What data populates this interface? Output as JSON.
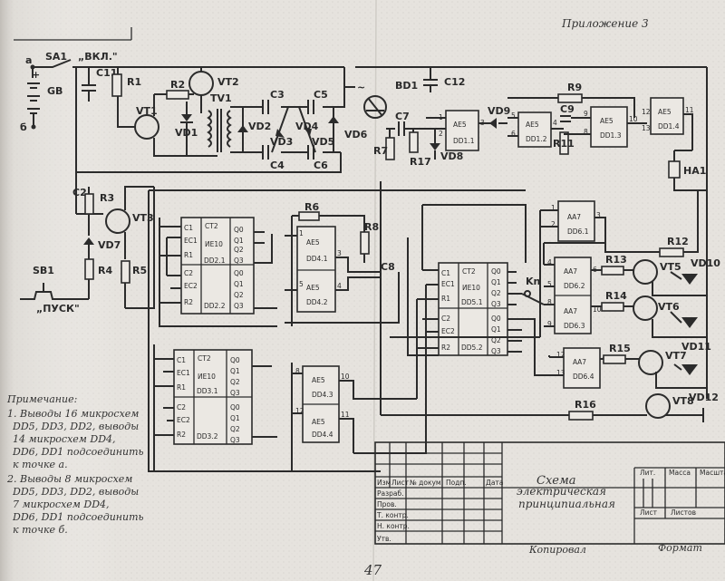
{
  "header": {
    "appendix": "Приложение 3"
  },
  "switches": {
    "sa1": "SA1",
    "sa1_label": "„ВКЛ.\"",
    "sb1": "SB1",
    "sb1_label": "„ПУСК\""
  },
  "battery": {
    "name": "GB",
    "plus": "+",
    "minus": "−",
    "pt_a": "а",
    "pt_b": "б"
  },
  "components": {
    "c11": "C11",
    "r1": "R1",
    "vt2": "VT2",
    "r2": "R2",
    "tv1": "TV1",
    "vt1": "VT1",
    "vd1": "VD1",
    "c3": "C3",
    "c5": "C5",
    "c4": "C4",
    "c6": "C6",
    "vd2": "VD2",
    "vd3": "VD3",
    "vd4": "VD4",
    "vd5": "VD5",
    "vd6": "VD6",
    "bd1": "BD1",
    "c12": "C12",
    "c7": "C7",
    "r7": "R7",
    "r17": "R17",
    "vd8": "VD8",
    "vd9": "VD9",
    "r9": "R9",
    "c9": "C9",
    "r11": "R11",
    "ha1": "HA1",
    "c2": "C2",
    "r3": "R3",
    "vt3": "VT3",
    "vd7": "VD7",
    "r4": "R4",
    "r5": "R5",
    "r6": "R6",
    "r8": "R8",
    "c8": "C8",
    "kn": "Kn",
    "r12": "R12",
    "r13": "R13",
    "r14": "R14",
    "r15": "R15",
    "r16": "R16",
    "vt5": "VT5",
    "vt6": "VT6",
    "vt7": "VT7",
    "vt8": "VT8",
    "vd10": "VD10",
    "vd11": "VD11",
    "vd12": "VD12"
  },
  "chips": {
    "dd11": {
      "top": "АЕ5",
      "bot": "DD1.1"
    },
    "dd12": {
      "top": "АЕ5",
      "bot": "DD1.2"
    },
    "dd13": {
      "top": "АЕ5",
      "bot": "DD1.3"
    },
    "dd14": {
      "top": "АЕ5",
      "bot": "DD1.4"
    },
    "dd41": {
      "top": "АЕ5",
      "bot": "DD4.1"
    },
    "dd42": {
      "top": "АЕ5",
      "bot": "DD4.2"
    },
    "dd43": {
      "top": "АЕ5",
      "bot": "DD4.3"
    },
    "dd44": {
      "top": "АЕ5",
      "bot": "DD4.4"
    },
    "dd61": {
      "top": "АА7",
      "bot": "DD6.1"
    },
    "dd62": {
      "top": "АА7",
      "bot": "DD6.2"
    },
    "dd63": {
      "top": "АА7",
      "bot": "DD6.3"
    },
    "dd64": {
      "top": "АА7",
      "bot": "DD6.4"
    },
    "counter": {
      "ct": "СТ2",
      "ie": "ИЕ10",
      "c1": "С1",
      "ec1": "ЕС1",
      "r1": "R1",
      "c2": "С2",
      "ec2": "ЕС2",
      "r2": "R2",
      "q0": "Q0",
      "q1": "Q1",
      "q2": "Q2",
      "q3": "Q3"
    },
    "dd21": "DD2.1",
    "dd22": "DD2.2",
    "dd31": "DD3.1",
    "dd32": "DD3.2",
    "dd51": "DD5.1",
    "dd52": "DD5.2"
  },
  "notes": {
    "title": "Примечание:",
    "line1": "1. Выводы 16 микросхем",
    "line2": "DD5, DD3, DD2, выводы",
    "line3": "14 микросхем DD4,",
    "line4": "DD6, DD1 подсоединить",
    "line5": "к точке а.",
    "line6": "2. Выводы 8 микросхем",
    "line7": "DD5, DD3, DD2, выводы",
    "line8": "7 микросхем DD4,",
    "line9": "DD6, DD1 подсоединить",
    "line10": "к точке б."
  },
  "title_block": {
    "title_l1": "Схема",
    "title_l2": "электрическая",
    "title_l3": "принципиальная",
    "h_izm": "Изм",
    "h_list": "Лист",
    "h_doc": "№ докум.",
    "h_podp": "Подп.",
    "h_data": "Дата",
    "r_razrab": "Разраб.",
    "r_prov": "Пров.",
    "r_tkontr": "Т. контр.",
    "r_nkontr": "Н. контр.",
    "r_utv": "Утв.",
    "lit": "Лит.",
    "massa": "Масса",
    "masshtab": "Масштаб",
    "list": "Лист",
    "listov": "Листов",
    "kopiroval": "Копировал",
    "format": "Формат"
  },
  "page_number": "47"
}
